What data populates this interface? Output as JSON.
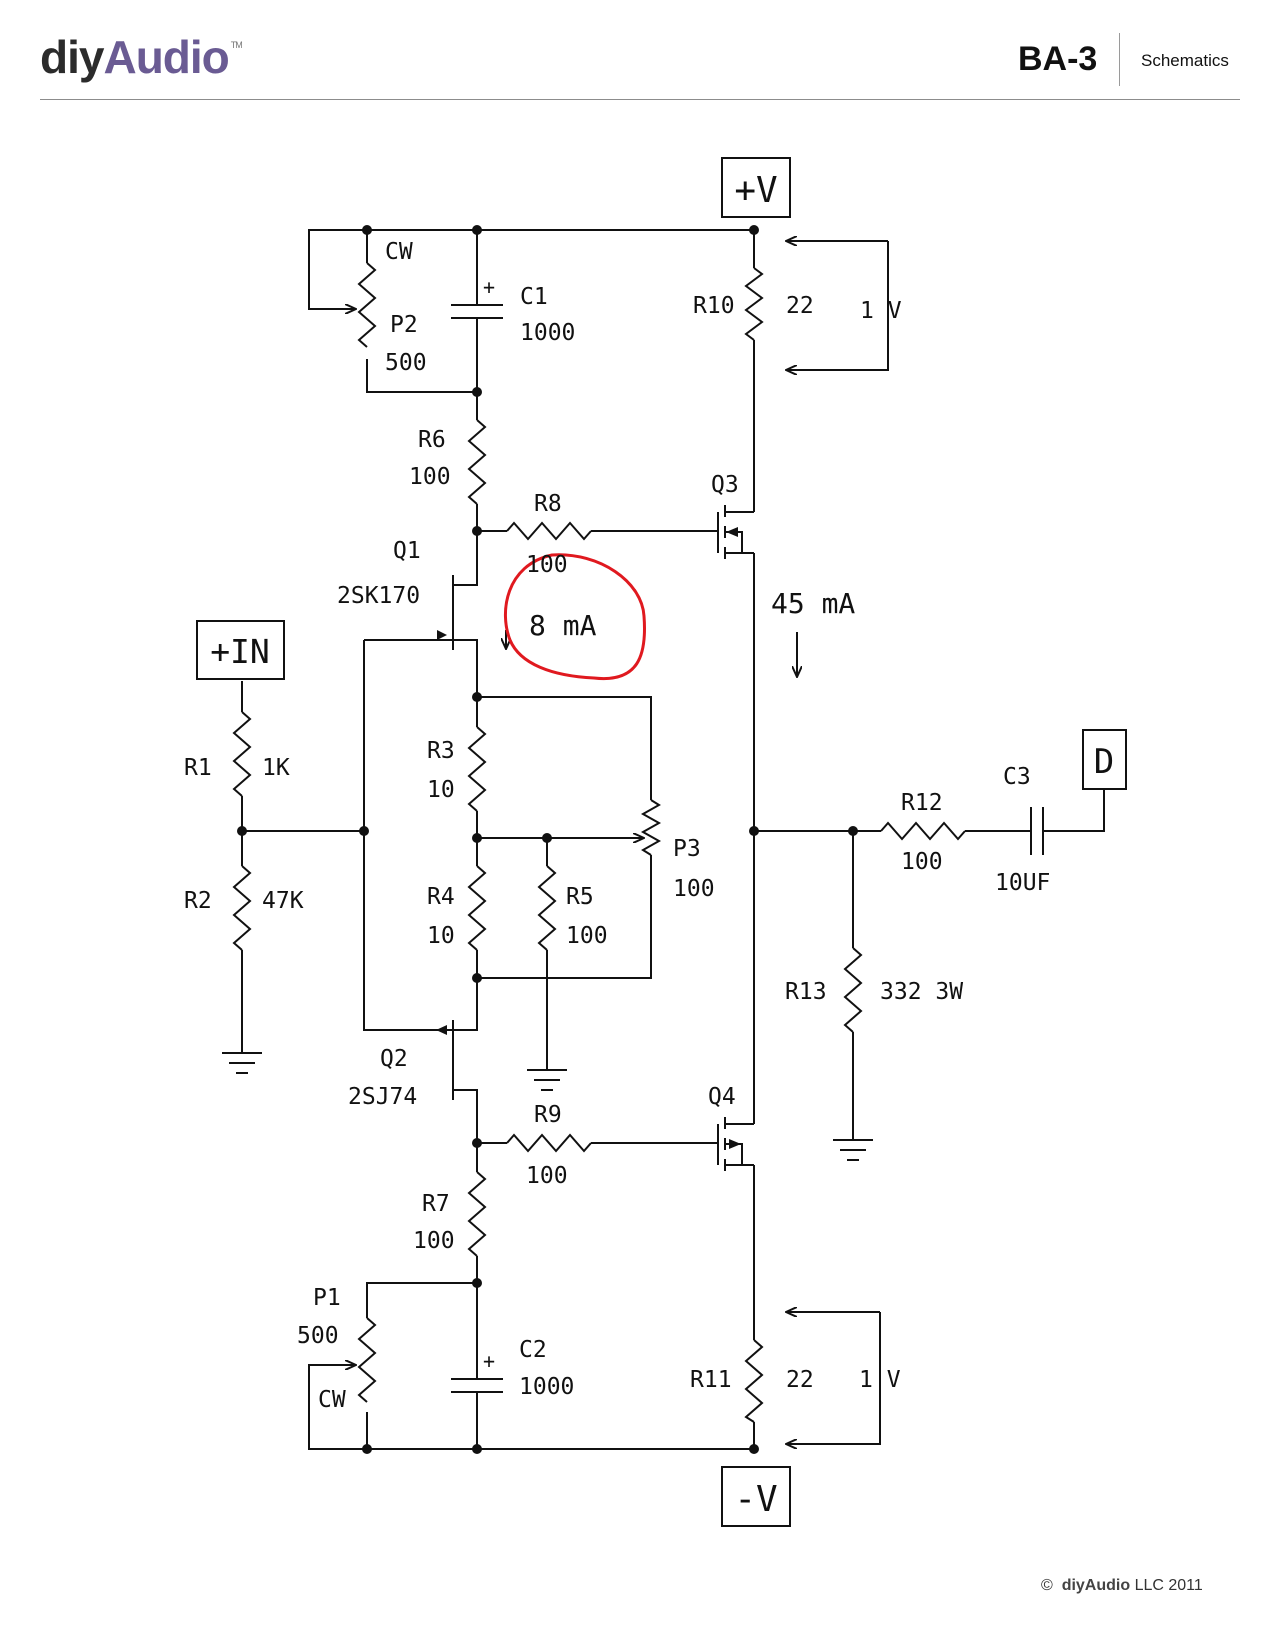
{
  "header": {
    "logo_prefix": "diy",
    "logo_suffix": "Audio",
    "logo_tm": "TM",
    "doc_title": "BA-3",
    "section": "Schematics"
  },
  "footer": {
    "copyright_symbol": "©",
    "brand": "diyAudio",
    "rest": "LLC 2011"
  },
  "ports": {
    "plus_v": "+V",
    "minus_v": "-V",
    "plus_in": "+IN",
    "out_d": "D"
  },
  "components": {
    "R1": {
      "ref": "R1",
      "value": "1K"
    },
    "R2": {
      "ref": "R2",
      "value": "47K"
    },
    "R3": {
      "ref": "R3",
      "value": "10"
    },
    "R4": {
      "ref": "R4",
      "value": "10"
    },
    "R5": {
      "ref": "R5",
      "value": "100"
    },
    "R6": {
      "ref": "R6",
      "value": "100"
    },
    "R7": {
      "ref": "R7",
      "value": "100"
    },
    "R8": {
      "ref": "R8",
      "value": "100"
    },
    "R9": {
      "ref": "R9",
      "value": "100"
    },
    "R10": {
      "ref": "R10",
      "value": "22"
    },
    "R11": {
      "ref": "R11",
      "value": "22"
    },
    "R12": {
      "ref": "R12",
      "value": "100"
    },
    "R13": {
      "ref": "R13",
      "value": "332 3W"
    },
    "C1": {
      "ref": "C1",
      "value": "1000",
      "polarity": "+"
    },
    "C2": {
      "ref": "C2",
      "value": "1000",
      "polarity": "+"
    },
    "C3": {
      "ref": "C3",
      "value": "10UF"
    },
    "P1": {
      "ref": "P1",
      "value": "500",
      "cw": "CW"
    },
    "P2": {
      "ref": "P2",
      "value": "500",
      "cw": "CW"
    },
    "P3": {
      "ref": "P3",
      "value": "100"
    },
    "Q1": {
      "ref": "Q1",
      "part": "2SK170"
    },
    "Q2": {
      "ref": "Q2",
      "part": "2SJ74"
    },
    "Q3": {
      "ref": "Q3"
    },
    "Q4": {
      "ref": "Q4"
    }
  },
  "annotations": {
    "current_q1": "8 mA",
    "current_output": "45 mA",
    "voltage_r10": "1 V",
    "voltage_r11": "1 V",
    "highlight_color": "#e0191f"
  }
}
